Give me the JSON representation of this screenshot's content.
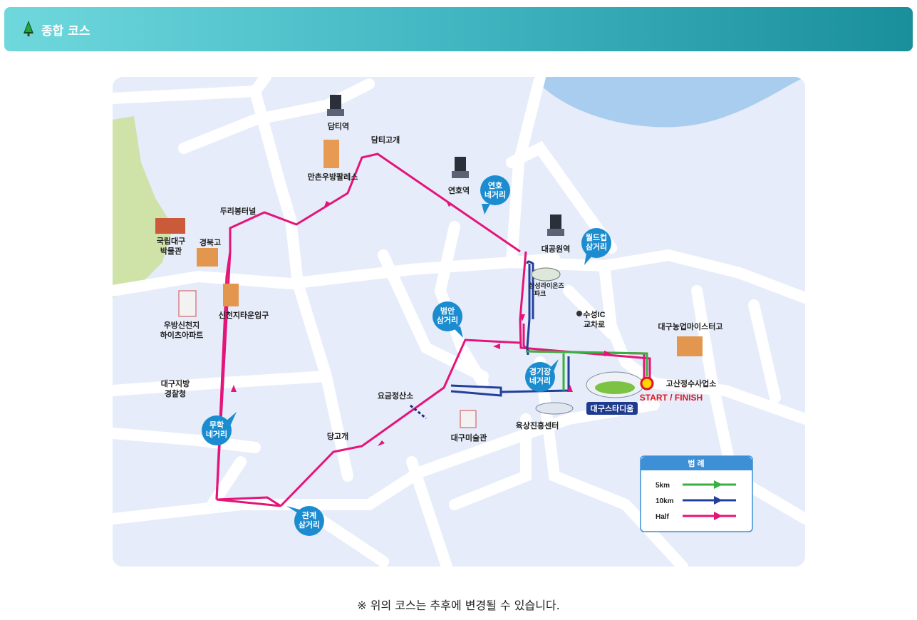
{
  "header": {
    "title": "종합 코스",
    "icon": "tree-icon"
  },
  "map": {
    "places": [
      {
        "key": "damti_station",
        "label": "담티역"
      },
      {
        "key": "damti_pass",
        "label": "담티고개"
      },
      {
        "key": "manchon",
        "label": "만촌우방팔레스"
      },
      {
        "key": "yeonho_station",
        "label": "연호역"
      },
      {
        "key": "duri_tunnel",
        "label": "두리봉터널"
      },
      {
        "key": "museum",
        "lines": [
          "국립대구",
          "박물관"
        ]
      },
      {
        "key": "gyeongbuk_hs",
        "label": "경북고"
      },
      {
        "key": "daegong_station",
        "label": "대공원역"
      },
      {
        "key": "samsung_park",
        "lines": [
          "삼성라이온즈",
          "파크"
        ]
      },
      {
        "key": "suseong_ic",
        "lines": [
          "수성IC",
          "교차로"
        ]
      },
      {
        "key": "sincheon",
        "label": "신천지타운입구"
      },
      {
        "key": "ubang",
        "lines": [
          "우방신천지",
          "하이츠아파트"
        ]
      },
      {
        "key": "agri_meister",
        "label": "대구농업마이스터고"
      },
      {
        "key": "police",
        "lines": [
          "대구지방",
          "경찰청"
        ]
      },
      {
        "key": "tollgate",
        "label": "요금정산소"
      },
      {
        "key": "gosan",
        "label": "고산정수사업소"
      },
      {
        "key": "yuksang",
        "label": "육상진흥센터"
      },
      {
        "key": "art_museum",
        "label": "대구미술관"
      },
      {
        "key": "danggogae",
        "label": "당고개"
      }
    ],
    "callouts": [
      {
        "key": "yeonho",
        "lines": [
          "연호",
          "네거리"
        ]
      },
      {
        "key": "worldcup",
        "lines": [
          "월드컵",
          "삼거리"
        ]
      },
      {
        "key": "beoban",
        "lines": [
          "범안",
          "삼거리"
        ]
      },
      {
        "key": "stadium_jn",
        "lines": [
          "경기장",
          "네거리"
        ]
      },
      {
        "key": "muhak",
        "lines": [
          "무학",
          "네거리"
        ]
      },
      {
        "key": "gwangye",
        "lines": [
          "관계",
          "삼거리"
        ]
      }
    ],
    "stadium_label": "대구스타디움",
    "start_label": "START / FINISH",
    "legend": {
      "title": "범    례",
      "items": [
        {
          "label": "5km",
          "color": "#3ab03e"
        },
        {
          "label": "10km",
          "color": "#233f9c"
        },
        {
          "label": "Half",
          "color": "#e4147a"
        }
      ]
    },
    "colors": {
      "half": "#e4147a",
      "tenk": "#233f9c",
      "fivek": "#3ab03e",
      "callout": "#1b8ccf",
      "road": "#ffffff",
      "water": "#a9cdee",
      "green": "#cfe3a8"
    }
  },
  "note": "※ 위의 코스는 추후에 변경될 수 있습니다."
}
